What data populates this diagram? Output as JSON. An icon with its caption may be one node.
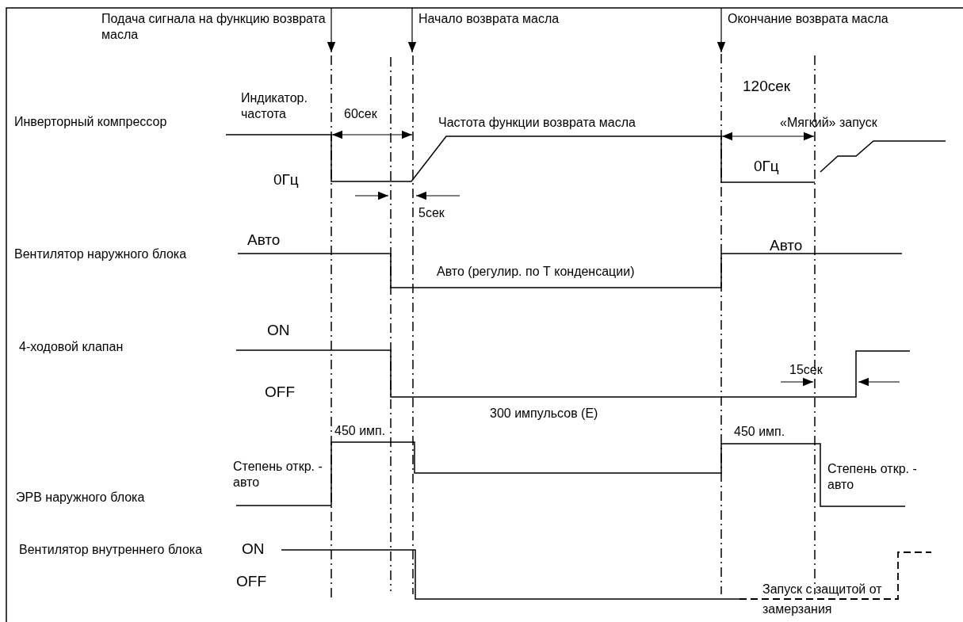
{
  "diagram": {
    "labels": [
      "Подача сигнала на функцию возврата масла",
      "Начало возврата масла",
      "Окончание возврата масла",
      "120сек",
      "Индикатор. частота",
      "60сек",
      "Инверторный компрессор",
      "Частота функции возврата масла",
      "«Мягкий» запуск",
      "0Гц",
      "0Гц",
      "5сек",
      "Авто",
      "Авто",
      "Вентилятор наружного блока",
      "Авто (регулир. по Т конденсации)",
      "ON",
      "4-ходовой клапан",
      "15сек",
      "OFF",
      "450 имп.",
      "450 имп.",
      "300 импульсов (Е)",
      "Степень откр. - авто",
      "Степень откр. - авто",
      "ЭРВ наружного блока",
      "Вентилятор внутреннего блока",
      "ON",
      "OFF",
      "Запуск с защитой от замерзания"
    ]
  }
}
